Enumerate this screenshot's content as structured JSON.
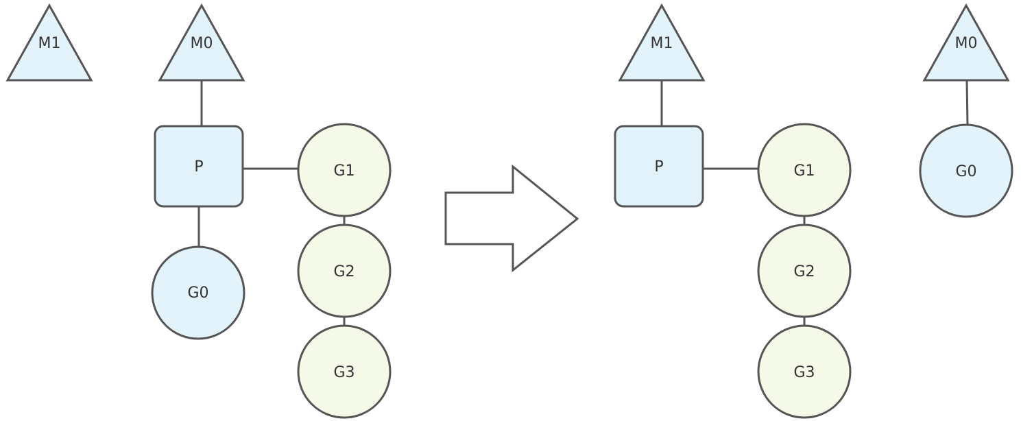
{
  "before": {
    "m1": "M1",
    "m0": "M0",
    "p": "P",
    "g0": "G0",
    "g1": "G1",
    "g2": "G2",
    "g3": "G3"
  },
  "after": {
    "m1": "M1",
    "m0": "M0",
    "p": "P",
    "g0": "G0",
    "g1": "G1",
    "g2": "G2",
    "g3": "G3"
  },
  "colors": {
    "machine_fill": "#e3f3fb",
    "processor_fill": "#e3f3fb",
    "goroutine_queue_fill": "#f5f9e8",
    "goroutine_syscall_fill": "#e3f3fb",
    "stroke": "#555555"
  }
}
